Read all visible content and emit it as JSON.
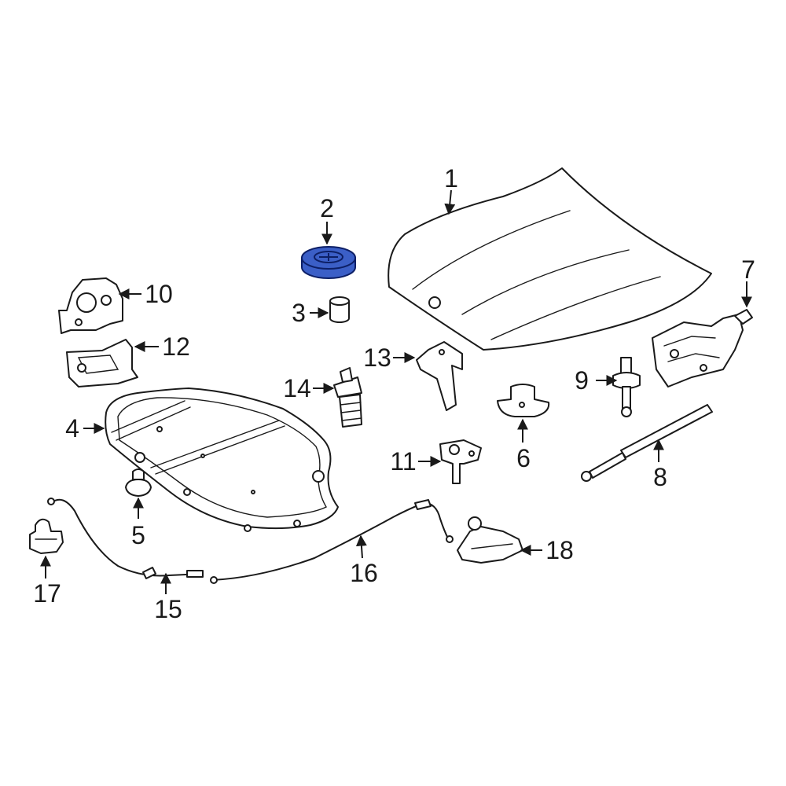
{
  "colors": {
    "highlight": "#3b5fc7",
    "highlight_stroke": "#0d1f66",
    "ink": "#1a1a1a",
    "background": "#ffffff"
  },
  "callouts": [
    {
      "id": "1",
      "label": "1"
    },
    {
      "id": "2",
      "label": "2"
    },
    {
      "id": "3",
      "label": "3"
    },
    {
      "id": "4",
      "label": "4"
    },
    {
      "id": "5",
      "label": "5"
    },
    {
      "id": "6",
      "label": "6"
    },
    {
      "id": "7",
      "label": "7"
    },
    {
      "id": "8",
      "label": "8"
    },
    {
      "id": "9",
      "label": "9"
    },
    {
      "id": "10",
      "label": "10"
    },
    {
      "id": "11",
      "label": "11"
    },
    {
      "id": "12",
      "label": "12"
    },
    {
      "id": "13",
      "label": "13"
    },
    {
      "id": "14",
      "label": "14"
    },
    {
      "id": "15",
      "label": "15"
    },
    {
      "id": "16",
      "label": "16"
    },
    {
      "id": "17",
      "label": "17"
    },
    {
      "id": "18",
      "label": "18"
    }
  ],
  "highlighted_part": "2"
}
